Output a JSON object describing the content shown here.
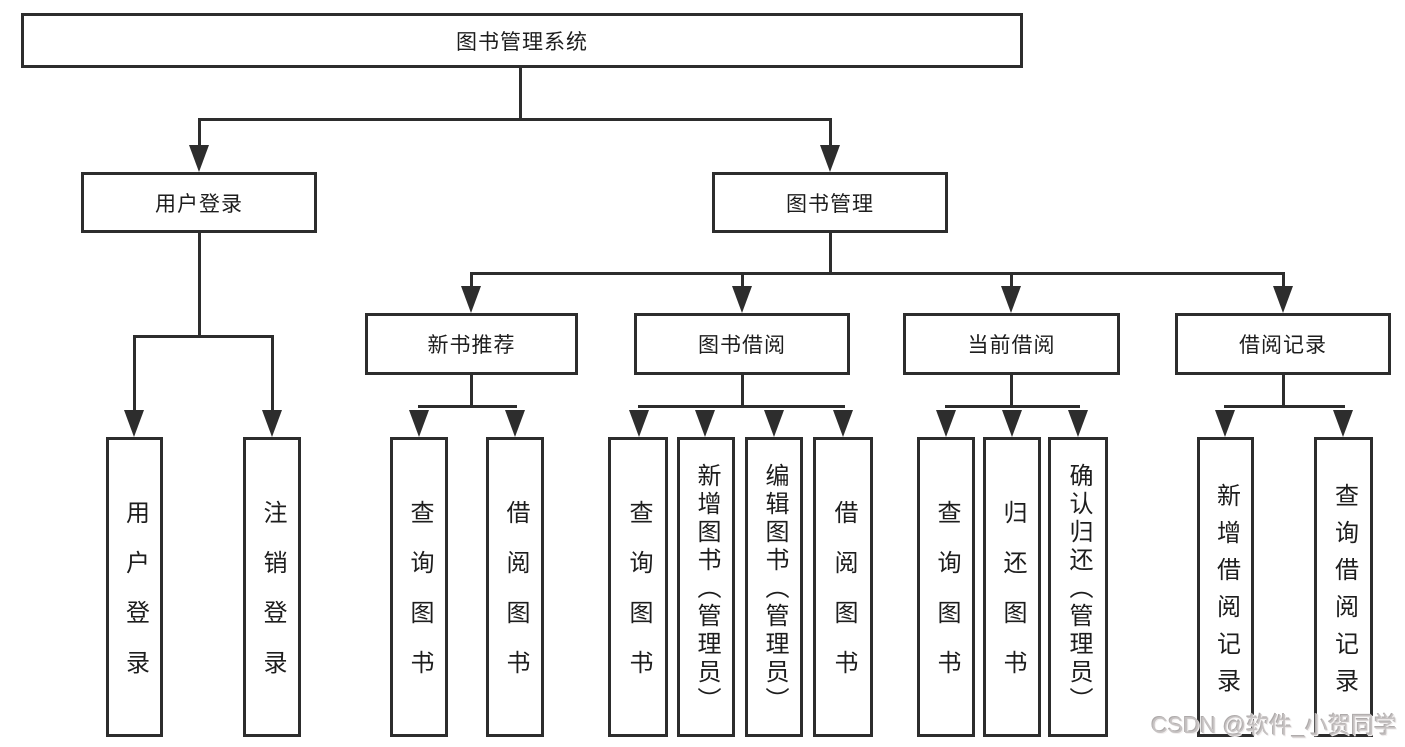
{
  "page": {
    "background_color": "#ffffff",
    "line_color": "#2d2d2d",
    "watermark_color": "#c6c2c2"
  },
  "tree": {
    "label": "图书管理系统",
    "children": [
      {
        "label": "用户登录",
        "children": [
          {
            "label": "用户登录"
          },
          {
            "label": "注销登录"
          }
        ]
      },
      {
        "label": "图书管理",
        "children": [
          {
            "label": "新书推荐",
            "children": [
              {
                "label": "查询图书"
              },
              {
                "label": "借阅图书"
              }
            ]
          },
          {
            "label": "图书借阅",
            "children": [
              {
                "label": "查询图书"
              },
              {
                "label": "新增图书（管理员）"
              },
              {
                "label": "编辑图书（管理员）"
              },
              {
                "label": "借阅图书"
              }
            ]
          },
          {
            "label": "当前借阅",
            "children": [
              {
                "label": "查询图书"
              },
              {
                "label": "归还图书"
              },
              {
                "label": "确认归还（管理员）"
              }
            ]
          },
          {
            "label": "借阅记录",
            "children": [
              {
                "label": "新增借阅记录"
              },
              {
                "label": "查询借阅记录"
              }
            ]
          }
        ]
      }
    ]
  },
  "watermark": {
    "text": "CSDN @软件_小贺同学"
  }
}
